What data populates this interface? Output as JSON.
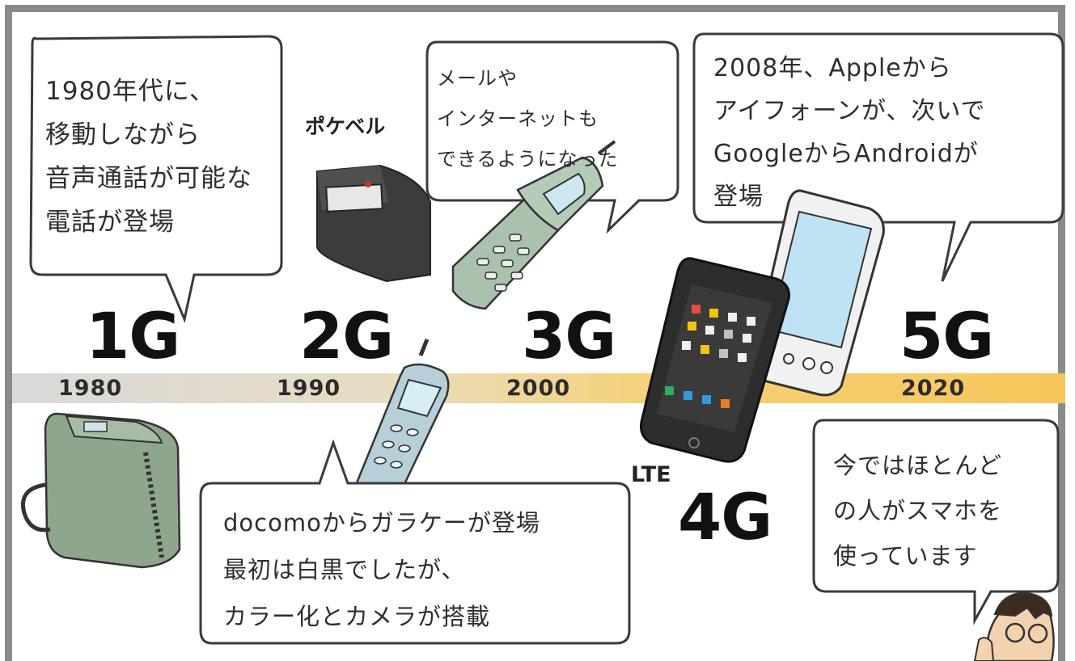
{
  "timeline": {
    "generations": [
      {
        "id": "1g",
        "label": "1G"
      },
      {
        "id": "2g",
        "label": "2G"
      },
      {
        "id": "3g",
        "label": "3G"
      },
      {
        "id": "4g",
        "label": "4G"
      },
      {
        "id": "5g",
        "label": "5G"
      }
    ],
    "years": [
      "1980",
      "1990",
      "2000",
      "2020"
    ],
    "lte_label": "LTE",
    "pager_label": "ポケベル",
    "bar_colors": {
      "start": "#d7d7d7",
      "end": "#f6c960"
    }
  },
  "bubbles": {
    "1g": "1980年代に、\n移動しながら\n音声通話が可能な\n電話が登場",
    "2g": "docomoからガラケーが登場\n最初は白黒でしたが、\nカラー化とカメラが搭載",
    "3g": "メールや\nインターネットも\nできるようになった",
    "4g": "2008年、Appleから\nアイフォーンが、次いで\nGoogleからAndroidが\n登場",
    "5g": "今ではほとんど\nの人がスマホを\n使っています"
  },
  "icons": [
    "shoulder-phone-icon",
    "pager-icon",
    "feature-phone-icon",
    "flip-phone-icon",
    "iphone-icon",
    "android-phone-icon",
    "narrator-character-icon"
  ]
}
